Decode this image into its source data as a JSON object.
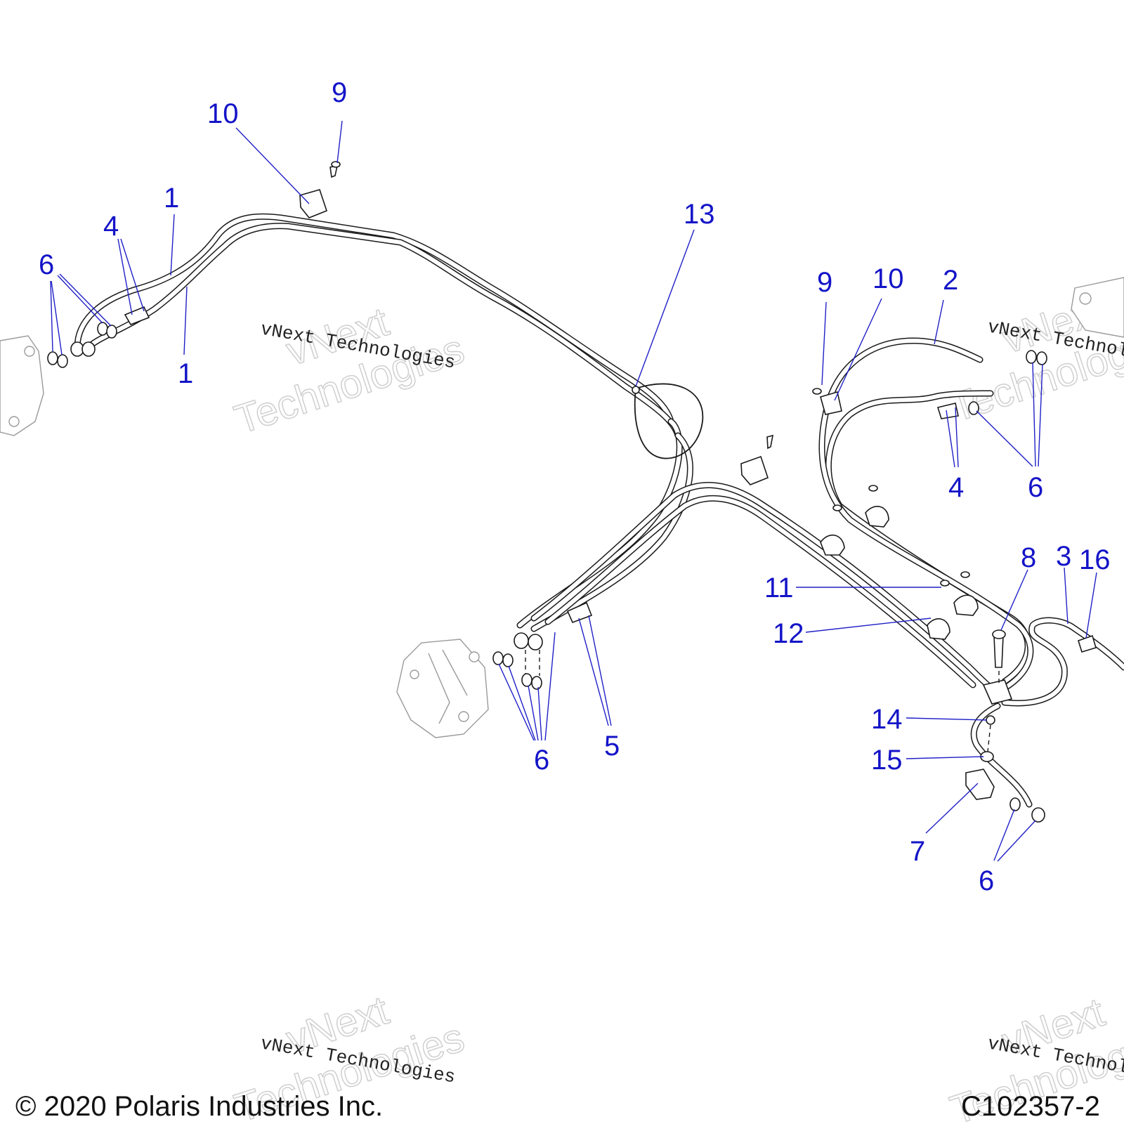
{
  "callouts": {
    "c1a": "1",
    "c1b": "1",
    "c2": "2",
    "c3": "3",
    "c4a": "4",
    "c4b": "4",
    "c5": "5",
    "c6a": "6",
    "c6b": "6",
    "c6c": "6",
    "c6d": "6",
    "c7": "7",
    "c8": "8",
    "c9a": "9",
    "c9b": "9",
    "c10a": "10",
    "c10b": "10",
    "c11": "11",
    "c12": "12",
    "c13": "13",
    "c14": "14",
    "c15": "15",
    "c16": "16"
  },
  "watermark": {
    "brand_line": "vNext Technologies",
    "word_top": "vNext",
    "word_bottom": "Technologies"
  },
  "footer": {
    "copyright": "© 2020 Polaris Industries Inc.",
    "drawing_id": "C102357-2"
  },
  "colors": {
    "callout": "#1414c8",
    "line": "#1a1a1a",
    "watermark": "#cfcfcf"
  }
}
